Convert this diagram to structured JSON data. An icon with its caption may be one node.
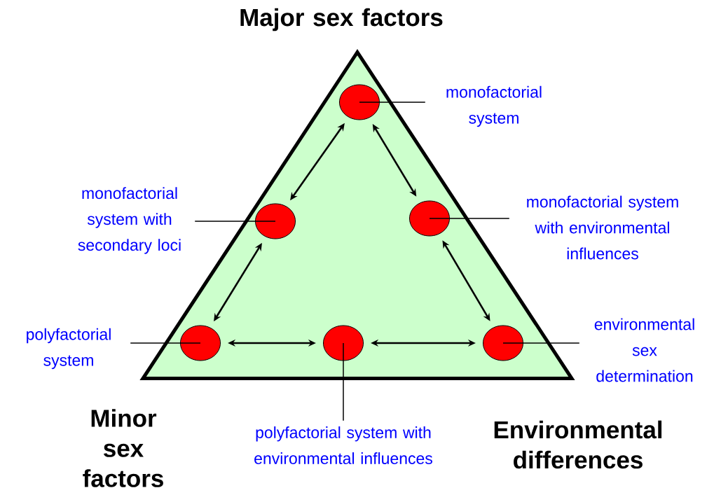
{
  "diagram": {
    "nodes": [
      {
        "text": [],
        "shape": "triangle"
      },
      {
        "text": [],
        "shape": "circle",
        "in": 0
      },
      {
        "text": [],
        "shape": "circle",
        "in": 0
      },
      {
        "text": [],
        "shape": "circle",
        "in": 0
      },
      {
        "text": [],
        "shape": "circle",
        "in": 0
      },
      {
        "text": [],
        "shape": "circle",
        "in": 0
      },
      {
        "text": [],
        "shape": "circle",
        "in": 0
      },
      {
        "text": [
          "monofactorial system"
        ]
      },
      {
        "text": [
          "monofactorial system with secondary loci"
        ]
      },
      {
        "text": [
          "monofactorial system with environmental influences"
        ]
      },
      {
        "text": [
          "polyfactorial system"
        ]
      },
      {
        "text": [
          "environmental sex determination"
        ]
      },
      {
        "text": [
          "polyfactorial system with environmental influences"
        ]
      }
    ],
    "edges": [
      {
        "from": 1,
        "to": 2,
        "arrow": "both"
      },
      {
        "from": 1,
        "to": 3,
        "arrow": "both"
      },
      {
        "from": 2,
        "to": 4,
        "arrow": "both"
      },
      {
        "from": 3,
        "to": 6,
        "arrow": "both"
      },
      {
        "from": 4,
        "to": 5,
        "arrow": "both"
      },
      {
        "from": 5,
        "to": 6,
        "arrow": "both"
      },
      {
        "from": 7,
        "to": 1,
        "arrow": "none"
      },
      {
        "from": 8,
        "to": 2,
        "arrow": "none"
      },
      {
        "from": 9,
        "to": 3,
        "arrow": "none"
      },
      {
        "from": 10,
        "to": 4,
        "arrow": "none"
      },
      {
        "from": 11,
        "to": 6,
        "arrow": "none"
      },
      {
        "from": 12,
        "to": 5,
        "arrow": "none"
      }
    ],
    "labels": [
      "Major sex factors",
      "Minor sex factors",
      "Environmental differences"
    ]
  }
}
